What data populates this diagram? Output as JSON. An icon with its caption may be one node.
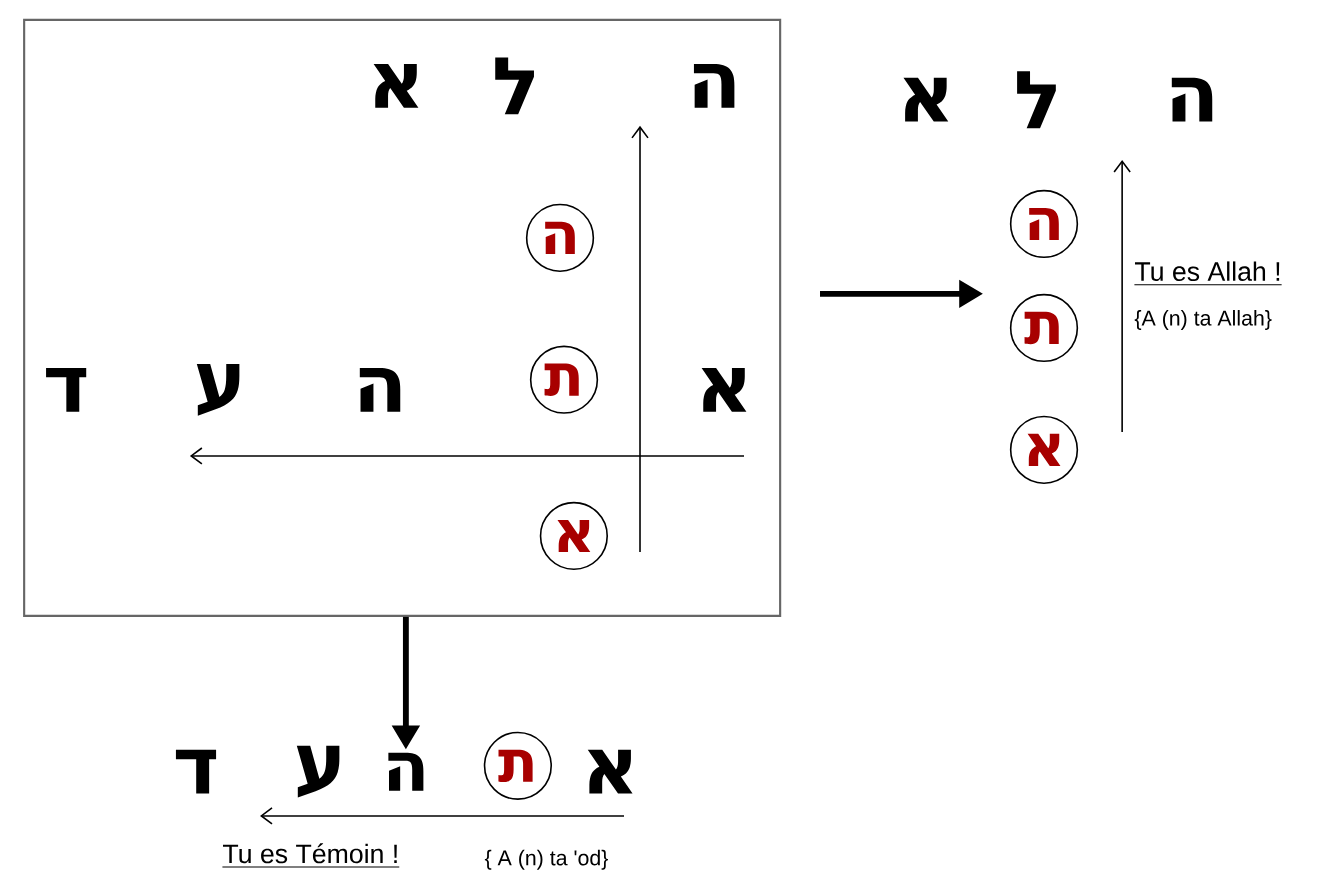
{
  "diagram": {
    "nodes": [
      {
        "text": [],
        "shape": "box"
      },
      {
        "text": [
          "ה"
        ],
        "in": 0
      },
      {
        "text": [
          "ת"
        ],
        "in": 0
      },
      {
        "text": [
          "א"
        ],
        "in": 0
      },
      {
        "text": [
          "ה"
        ]
      },
      {
        "text": [
          "ת"
        ]
      },
      {
        "text": [
          "א"
        ]
      },
      {
        "text": [
          "ה"
        ]
      },
      {
        "text": [
          "ת"
        ]
      }
    ],
    "edges": [
      {
        "from": 0,
        "to": 5,
        "arrow": "to"
      },
      {
        "from": 0,
        "to": 7,
        "arrow": "to"
      }
    ],
    "labels": [
      "א",
      "ל",
      "ה",
      "ד",
      "ע",
      "ה",
      "א",
      "א",
      "ל",
      "ה",
      "Tu es Allah !",
      "{A (n) ta Allah}",
      "ד",
      "ע",
      "א",
      "Tu es Témoin !",
      "{ A (n) ta 'od}"
    ]
  }
}
